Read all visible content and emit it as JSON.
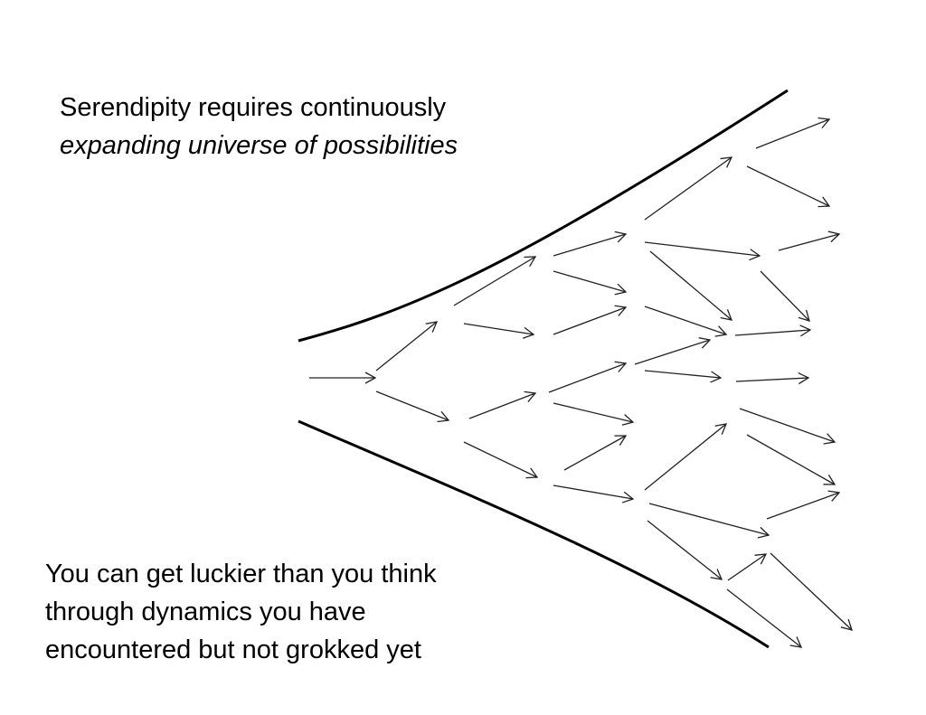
{
  "top_text": {
    "line1": "Serendipity requires continuously",
    "line2": "expanding universe of possibilities"
  },
  "bottom_text": {
    "line1": "You can get luckier than you think",
    "line2": "through dynamics you have",
    "line3": "encountered but not grokked yet"
  },
  "colors": {
    "stroke": "#000000",
    "arrow": "#222222"
  }
}
